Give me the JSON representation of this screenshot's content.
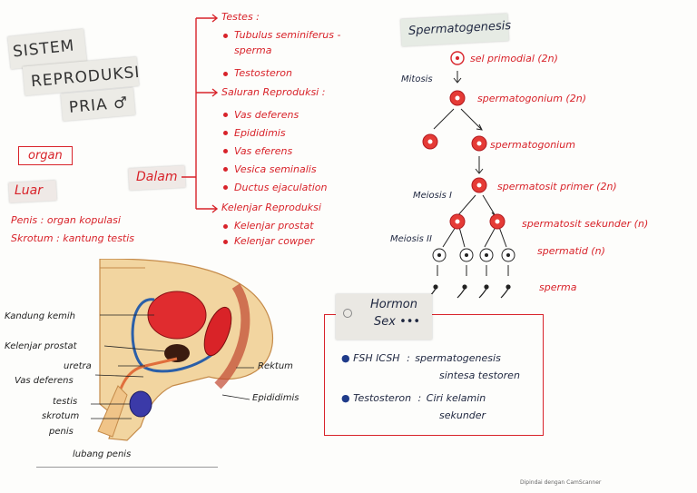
{
  "title": {
    "line1": "SISTEM",
    "line2": "REPRODUKSI",
    "line3": "PRIA ♂"
  },
  "organ_label": "organ",
  "dalam_label": "Dalam",
  "luar": {
    "label": "Luar",
    "items": [
      "Penis : organ kopulasi",
      "Skrotum : kantung testis"
    ]
  },
  "dalam_sections": [
    {
      "heading": "Testes :",
      "items": [
        "Tubulus seminiferus - sperma",
        "Testosteron"
      ]
    },
    {
      "heading": "Saluran Reproduksi :",
      "items": [
        "Vas deferens",
        "Epididimis",
        "Vas eferens",
        "Vesica seminalis",
        "Ductus ejaculation"
      ]
    },
    {
      "heading": "Kelenjar Reproduksi",
      "items": [
        "Kelenjar prostat",
        "Kelenjar cowper"
      ]
    }
  ],
  "spermatogenesis": {
    "title": "Spermatogenesis",
    "process_labels": {
      "mitosis": "Mitosis",
      "meiosis1": "Meiosis I",
      "meiosis2": "Meiosis II"
    },
    "stages": [
      "sel primodial (2n)",
      "spermatogonium (2n)",
      "spermatogonium",
      "spermatosit primer (2n)",
      "spermatosit sekunder (n)",
      "spermatid (n)",
      "sperma"
    ]
  },
  "hormon": {
    "title_line1": "Hormon",
    "title_line2": "Sex •••",
    "items": [
      {
        "key": "FSH ICSH",
        "sep": ":",
        "value_line1": "spermatogenesis",
        "value_line2": "sintesa testoren"
      },
      {
        "key": "Testosteron",
        "sep": ":",
        "value_line1": "Ciri kelamin",
        "value_line2": "sekunder"
      }
    ]
  },
  "diagram_labels": {
    "kandung_kemih": "Kandung kemih",
    "kelenjar_prostat": "Kelenjar prostat",
    "uretra": "uretra",
    "vas_deferens": "Vas deferens",
    "testis": "testis",
    "skrotum": "skrotum",
    "penis": "penis",
    "lubang_penis": "lubang penis",
    "rektum": "Rektum",
    "epididimis": "Epididimis"
  },
  "footer": "Dipindai dengan CamScanner",
  "colors": {
    "accent": "#d8232a",
    "ink": "#1f2740"
  }
}
